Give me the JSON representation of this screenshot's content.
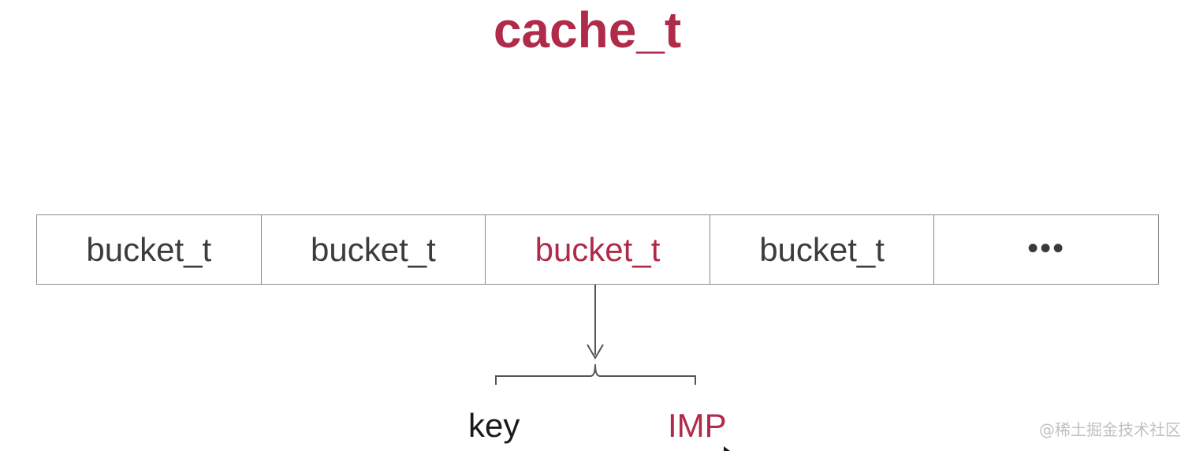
{
  "title": "cache_t",
  "cells": [
    {
      "label": "bucket_t",
      "highlighted": false
    },
    {
      "label": "bucket_t",
      "highlighted": false
    },
    {
      "label": "bucket_t",
      "highlighted": true
    },
    {
      "label": "bucket_t",
      "highlighted": false
    },
    {
      "label": "•••",
      "highlighted": false
    }
  ],
  "children": {
    "key": "key",
    "imp": "IMP"
  },
  "watermark": "@稀土掘金技术社区",
  "colors": {
    "accent": "#b02a4a",
    "text": "#3c3c3c",
    "border": "#8a8a8a",
    "connector": "#555555"
  }
}
